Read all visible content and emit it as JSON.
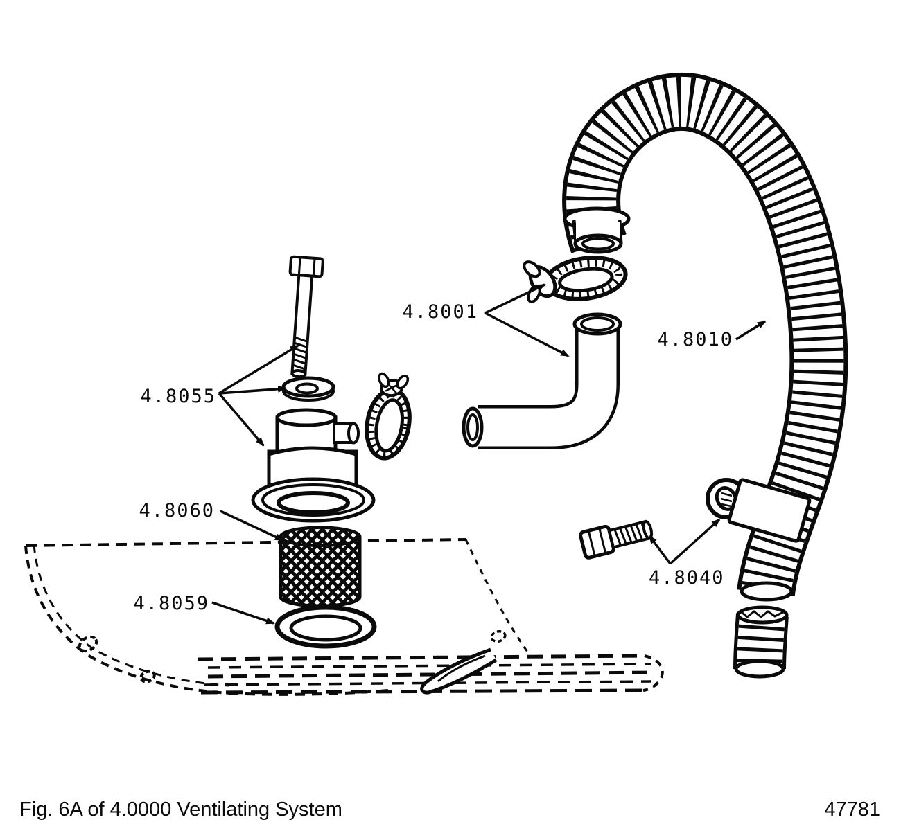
{
  "figure": {
    "caption": "Fig. 6A of 4.0000 Ventilating System",
    "drawing_number": "47781"
  },
  "callouts": {
    "hose_clamps": {
      "label": "4.8001"
    },
    "flexible_hose": {
      "label": "4.8010"
    },
    "breather_cap_assembly": {
      "label": "4.8055"
    },
    "filter_mesh": {
      "label": "4.8060"
    },
    "gasket_ring": {
      "label": "4.8059"
    },
    "clamp_bracket_bolt": {
      "label": "4.8040"
    }
  },
  "colors": {
    "ink": "#0a0a0a",
    "paper": "#ffffff"
  }
}
